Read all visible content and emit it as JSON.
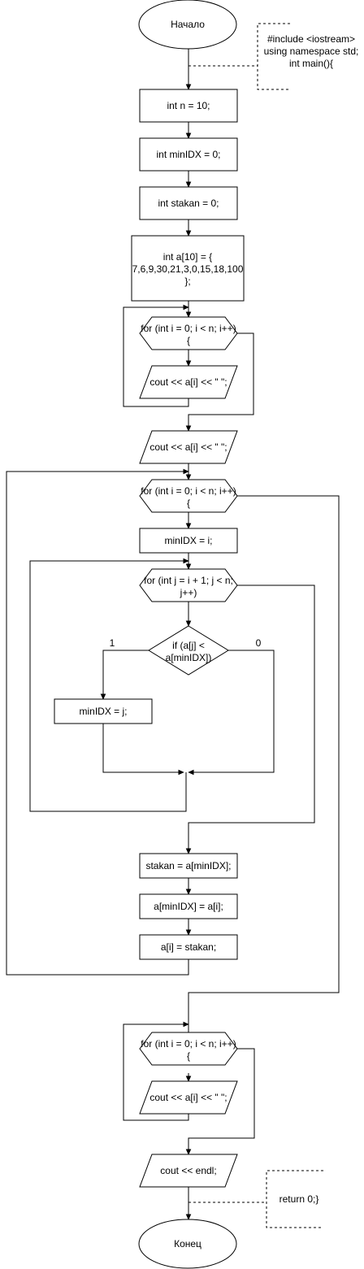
{
  "nodes": {
    "start": "Начало",
    "comment_top": [
      "#include <iostream>",
      "using namespace std;",
      "int main(){"
    ],
    "decl_n": "int n = 10;",
    "decl_minidx": "int minIDX = 0;",
    "decl_stakan": "int stakan = 0;",
    "decl_array": [
      "int a[10] = {",
      "7,6,9,30,21,3,0,15,18,100",
      "};"
    ],
    "loop1": [
      "for (int i = 0; i < n; i++)",
      "{"
    ],
    "loop1_out": "cout << a[i] << \" \";",
    "out_after_loop1": "cout << a[i] << \" \";",
    "loop2": [
      "for (int i = 0; i < n; i++)",
      "{"
    ],
    "assign_min": "minIDX = i;",
    "loop3": [
      "for (int j = i + 1; j < n;",
      "j++)"
    ],
    "cond": [
      "if (a[j] <",
      "a[minIDX])"
    ],
    "cond_true": "1",
    "cond_false": "0",
    "assign_j": "minIDX = j;",
    "swap1": "stakan = a[minIDX];",
    "swap2": "a[minIDX] = a[i];",
    "swap3": "a[i] = stakan;",
    "loop4": [
      "for (int i = 0; i < n; i++)",
      "{"
    ],
    "loop4_out": "cout << a[i] << \" \";",
    "endl_out": "cout << endl;",
    "comment_bottom": "return 0;}",
    "end": "Конец"
  }
}
